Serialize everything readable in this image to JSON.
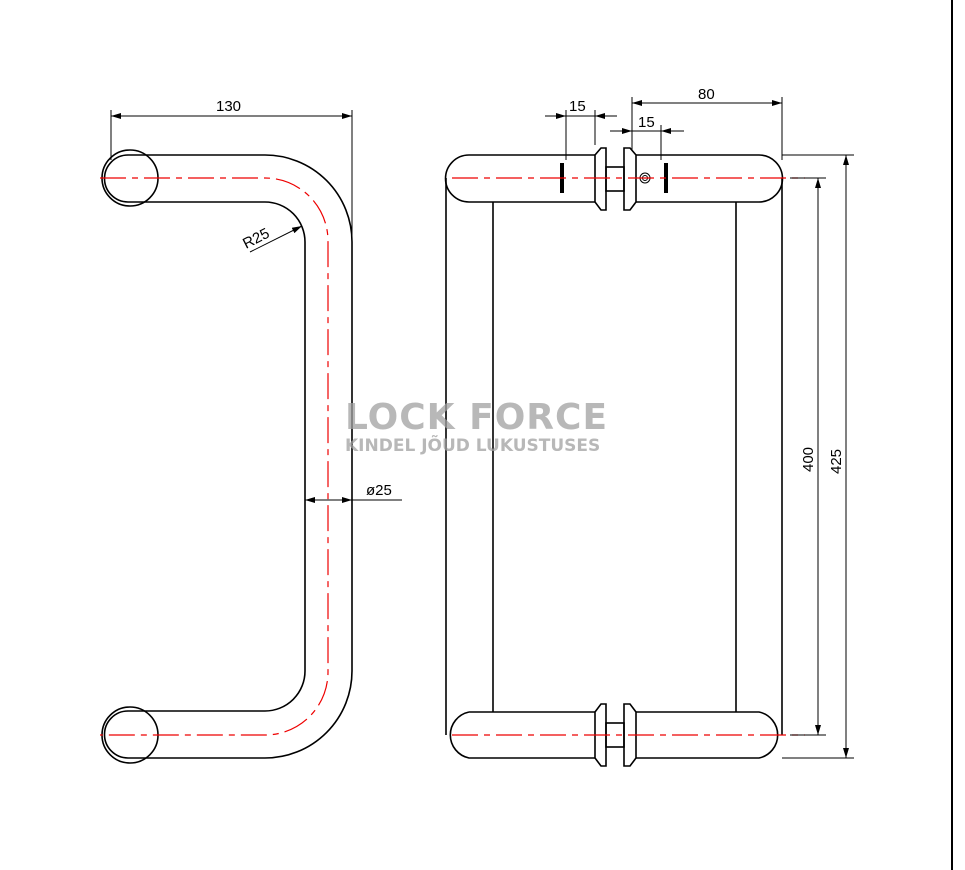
{
  "dimensions": {
    "side_width": "130",
    "bend_radius": "R25",
    "tube_diameter": "ø25",
    "front_offset": "80",
    "standoff_left": "15",
    "standoff_right": "15",
    "center_to_center": "400",
    "overall_length": "425"
  },
  "watermark": {
    "line1": "LOCK FORCE",
    "line2": "KINDEL JÕUD LUKUSTUSES"
  },
  "colors": {
    "centerline": "#e00000",
    "outline": "#000000"
  }
}
